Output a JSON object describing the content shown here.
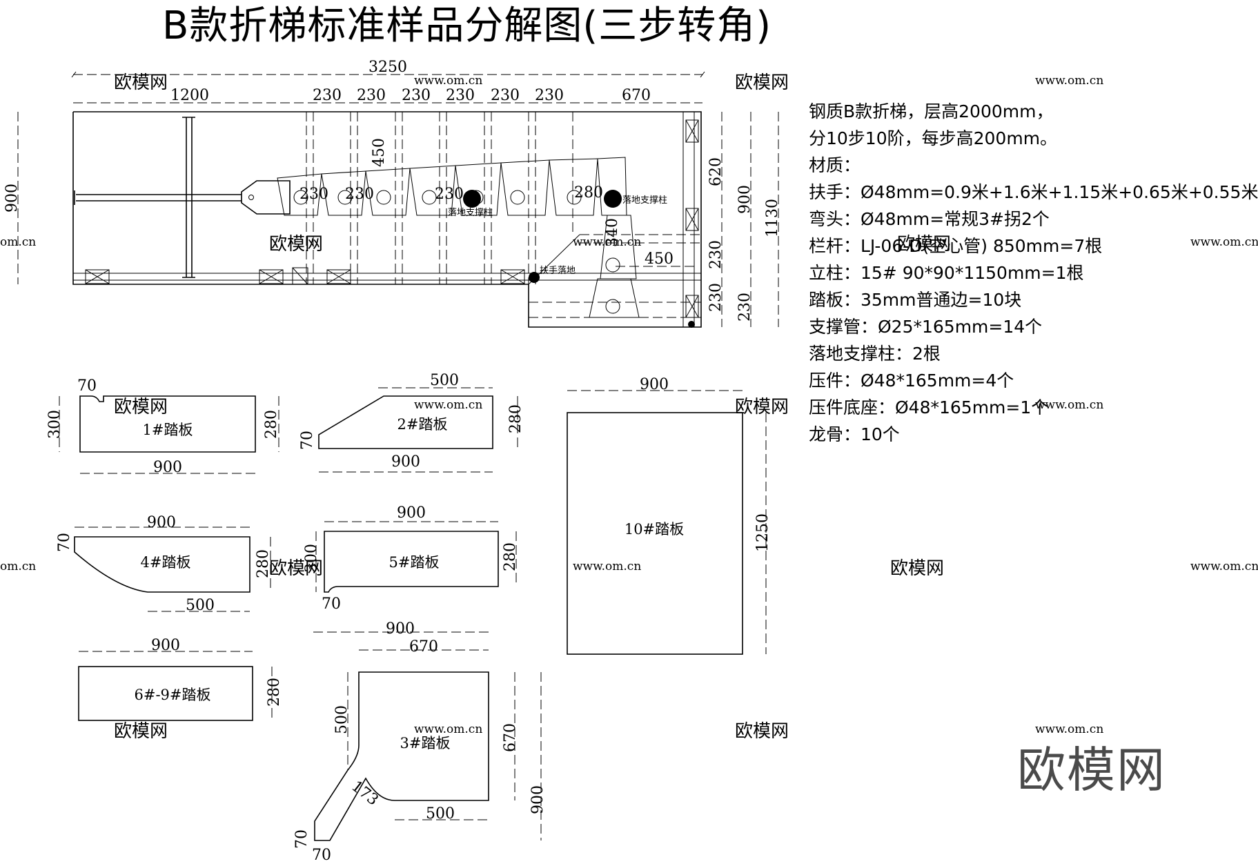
{
  "title": "B款折梯标准样品分解图(三步转角)",
  "plan": {
    "total_length": "3250",
    "segment_dims": [
      "1200",
      "230",
      "230",
      "230",
      "230",
      "230",
      "230",
      "670"
    ],
    "inner_step_dims": [
      "230",
      "230",
      "230",
      "280"
    ],
    "dim_450_top": "450",
    "dim_340": "340",
    "dim_450_mid": "450",
    "left_height": "900",
    "right_dims": {
      "d620": "620",
      "d230a": "230",
      "d230b": "230",
      "d900": "900",
      "d230c": "230",
      "d1130": "1130"
    },
    "labels": {
      "support_post_1": "落地支撑柱",
      "support_post_2": "落地支撑柱",
      "handrail_floor": "扶手落地"
    }
  },
  "treads": {
    "t1": {
      "label": "1#踏板",
      "dim_70": "70",
      "dim_300": "300",
      "dim_280": "280",
      "dim_900": "900"
    },
    "t2": {
      "label": "2#踏板",
      "dim_500": "500",
      "dim_70": "70",
      "dim_280": "280",
      "dim_900": "900"
    },
    "t4": {
      "label": "4#踏板",
      "dim_900": "900",
      "dim_70": "70",
      "dim_280": "280",
      "dim_500": "500"
    },
    "t5": {
      "label": "5#踏板",
      "dim_900": "900",
      "dim_300": "300",
      "dim_280": "280",
      "dim_70": "70"
    },
    "t69": {
      "label": "6#-9#踏板",
      "dim_900": "900",
      "dim_280": "280"
    },
    "t3": {
      "label": "3#踏板",
      "dim_900": "900",
      "dim_670": "670",
      "dim_500_left": "500",
      "dim_670_right": "670",
      "dim_900_right": "900",
      "dim_173": "173",
      "dim_500_bottom": "500",
      "dim_70_left": "70",
      "dim_70_bottom": "70"
    },
    "t10": {
      "label": "10#踏板",
      "dim_900": "900",
      "dim_1250": "1250"
    }
  },
  "materials": [
    "钢质B款折梯，层高2000mm，",
    "分10步10阶，每步高200mm。",
    "材质：",
    "扶手：Ø48mm=0.9米+1.6米+1.15米+0.65米+0.55米",
    "弯头：Ø48mm=常规3#拐2个",
    "栏杆：LJ-06-D(空心管)  850mm=7根",
    "立柱：15#  90*90*1150mm=1根",
    "踏板：35mm普通边=10块",
    "支撑管：Ø25*165mm=14个",
    "落地支撑柱：2根",
    "压件：Ø48*165mm=4个",
    "压件底座：Ø48*165mm=1个",
    "龙骨：10个"
  ],
  "watermarks": {
    "brand": "欧模网",
    "url": "www.om.cn",
    "url_partial": "om.cn"
  },
  "logo": "欧模网"
}
